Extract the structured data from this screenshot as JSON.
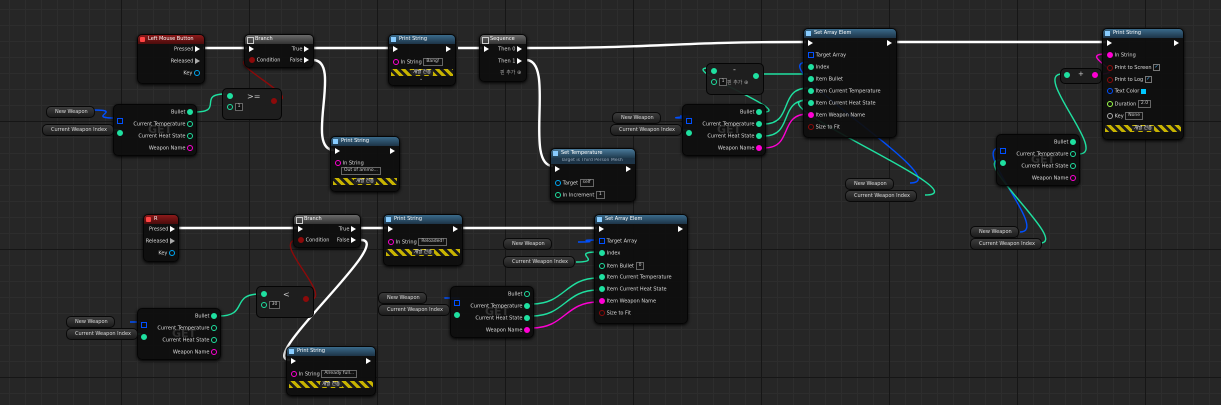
{
  "colors": {
    "exec": "#ffffff",
    "bool": "#8c0a0a",
    "int": "#1fe0a0",
    "string": "#ff00d4",
    "object": "#00a8f3",
    "float": "#9cfc4b",
    "struct": "#0050ff"
  },
  "event_lmb": {
    "title": "Left Mouse Button",
    "pressed": "Pressed",
    "released": "Released",
    "key": "Key"
  },
  "event_r": {
    "title": "R",
    "pressed": "Pressed",
    "released": "Released",
    "key": "Key"
  },
  "branch": {
    "title": "Branch",
    "condition": "Condition",
    "true": "True",
    "false": "False"
  },
  "print_string": {
    "title": "Print String",
    "in_string": "In String",
    "print_to_screen": "Print to Screen",
    "print_to_log": "Print to Log",
    "text_color": "Text Color",
    "duration": "Duration",
    "duration_value": "2.0",
    "key": "Key",
    "key_value": "None",
    "dev_only": "개발 전용"
  },
  "print_bang": {
    "value": "Bang!"
  },
  "print_out": {
    "value": "Out of ammo..."
  },
  "print_reload": {
    "value": "Reloaded!"
  },
  "print_full": {
    "value": "Already full..."
  },
  "sequence": {
    "title": "Sequence",
    "then0": "Then 0",
    "then1": "Then 1",
    "add_pin": "핀 추가"
  },
  "set_temp": {
    "title": "Set Temperature",
    "target": "Target is Third Person Mesh",
    "target_pin": "Target",
    "self": "self",
    "in_increment": "In Increment",
    "increment_value": "1"
  },
  "set_array": {
    "title": "Set Array Elem",
    "target_array": "Target Array",
    "index": "Index",
    "item_bullet": "Item Bullet",
    "item_temp": "Item Current Temperature",
    "item_heat": "Item Current Heat State",
    "item_weapon": "Item Weapon Name",
    "size_to_fit": "Size to Fit"
  },
  "get_struct": {
    "bullet": "Bullet",
    "temp": "Current Temperature",
    "heat": "Current Heat State",
    "weapon": "Weapon Name",
    "get": "GET"
  },
  "vars": {
    "new_weapon": "New Weapon",
    "weapon_index": "Current Weapon Index"
  },
  "ops": {
    "geq": ">=",
    "lt": "<",
    "sub": "-",
    "add": "+",
    "add_pin": "핀 추가",
    "zero": "0",
    "one": "1",
    "thirty": "30"
  }
}
